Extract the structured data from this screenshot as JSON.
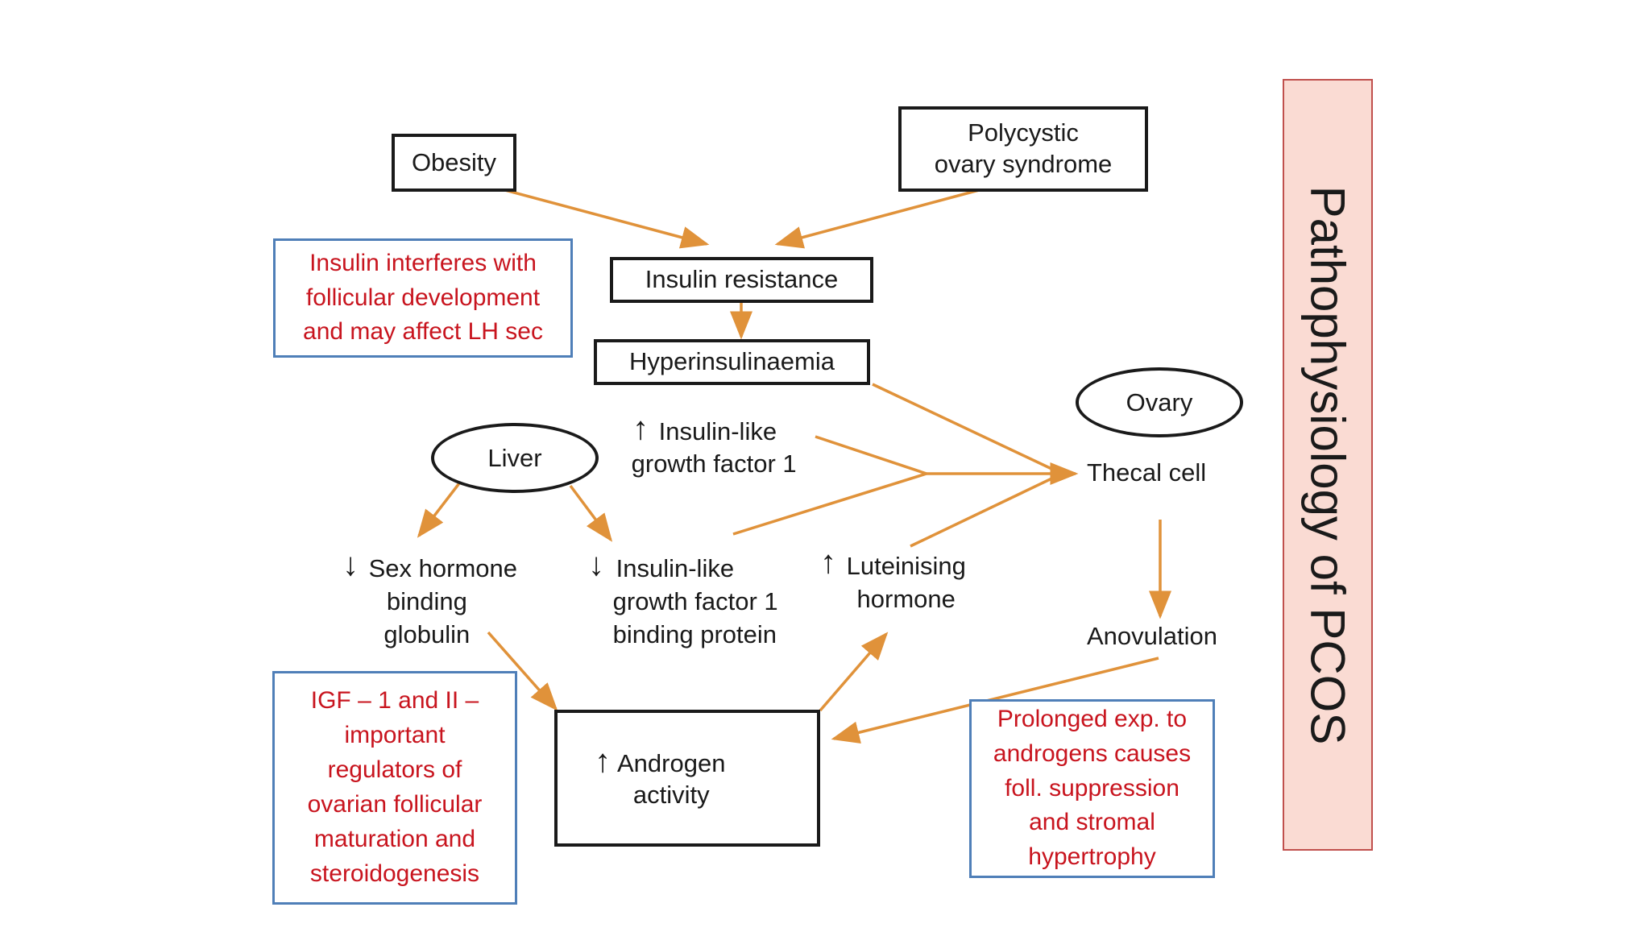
{
  "title": "Pathophysiology of PCOS",
  "nodes": {
    "obesity": "Obesity",
    "pcos": [
      "Polycystic",
      "ovary syndrome"
    ],
    "insulin_resistance": "Insulin resistance",
    "hyperinsulinaemia": "Hyperinsulinaemia",
    "liver": "Liver",
    "ovary": "Ovary",
    "thecal_cell": "Thecal cell",
    "anovulation": "Anovulation",
    "igf1_up": [
      "Insulin-like",
      "growth factor 1"
    ],
    "shbg_down": [
      "Sex hormone",
      "binding",
      "globulin"
    ],
    "igfbp_down": [
      "Insulin-like",
      "growth factor 1",
      "binding protein"
    ],
    "lh_up": [
      "Luteinising",
      "hormone"
    ],
    "androgen_up": [
      "Androgen",
      "activity"
    ]
  },
  "glyphs": {
    "up": "↑",
    "down": "↓"
  },
  "notes": {
    "insulin_note": [
      "Insulin interferes with",
      "follicular development",
      "and may affect LH sec"
    ],
    "igf_note": [
      "IGF – 1 and II –",
      "important",
      "regulators of",
      "ovarian follicular",
      "maturation and",
      "steroidogenesis"
    ],
    "androgen_note": [
      "Prolonged exp. to",
      "androgens causes",
      "foll. suppression",
      "and stromal",
      "hypertrophy"
    ]
  },
  "colors": {
    "arrow": "#e0923a",
    "note_border": "#4f7fb8",
    "note_text": "#c8141e",
    "title_bg": "#fadbd3",
    "title_border": "#c0504d"
  }
}
